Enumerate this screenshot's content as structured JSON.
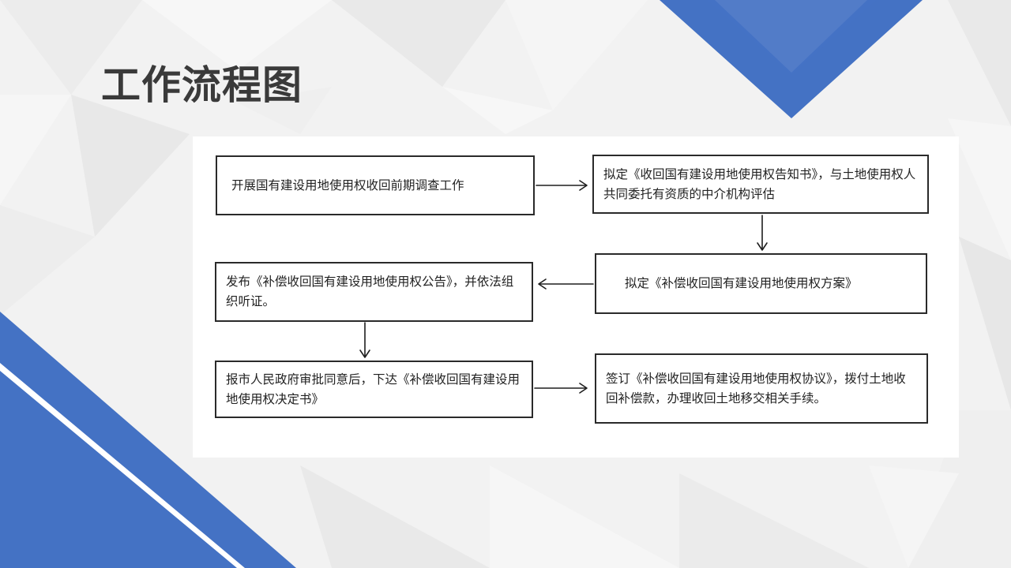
{
  "slide": {
    "title": "工作流程图"
  },
  "colors": {
    "accent": "#4472c4",
    "title": "#3a3a3a",
    "panel": "#ffffff",
    "box_border": "#2a2a2a"
  },
  "flowchart": {
    "steps": [
      "开展国有建设用地使用权收回前期调查工作",
      "拟定《收回国有建设用地使用权告知书》，与土地使用权人共同委托有资质的中介机构评估",
      "拟定《补偿收回国有建设用地使用权方案》",
      "发布《补偿收回国有建设用地使用权公告》，并依法组织听证。",
      "报市人民政府审批同意后，下达《补偿收回国有建设用地使用权决定书》",
      "签订《补偿收回国有建设用地使用权协议》，拨付土地收回补偿款，办理收回土地移交相关手续。"
    ]
  }
}
